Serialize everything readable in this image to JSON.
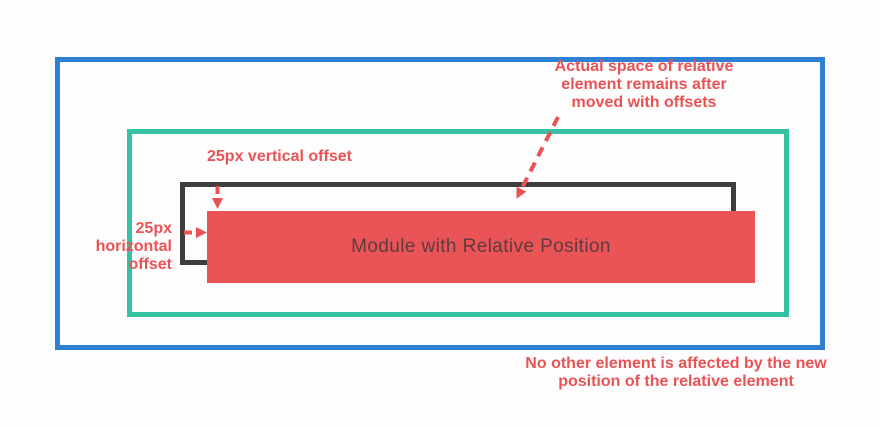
{
  "diagram": {
    "module": {
      "label": "Module with Relative Position"
    },
    "annotations": {
      "vertical_offset": "25px vertical offset",
      "horizontal_offset": "25px\nhorizontal\noffset",
      "actual_space": "Actual space of relative\nelement remains after\nmoved with offsets",
      "no_other_element": "No other element is affected by the new\nposition of the relative element"
    },
    "icons": {
      "vertical_arrow": "dashed-arrow-down-icon",
      "horizontal_arrow": "dashed-arrow-right-icon",
      "actual_space_arrow": "dashed-arrow-diagonal-icon"
    },
    "colors": {
      "outer_border": "#2e80d4",
      "inner_border": "#34c1a4",
      "original_outline": "#3e3e3e",
      "module_fill": "#eb5457",
      "annotation_text": "#ea5356",
      "module_text": "#5d3b3e",
      "background": "#fdfdfd"
    }
  }
}
